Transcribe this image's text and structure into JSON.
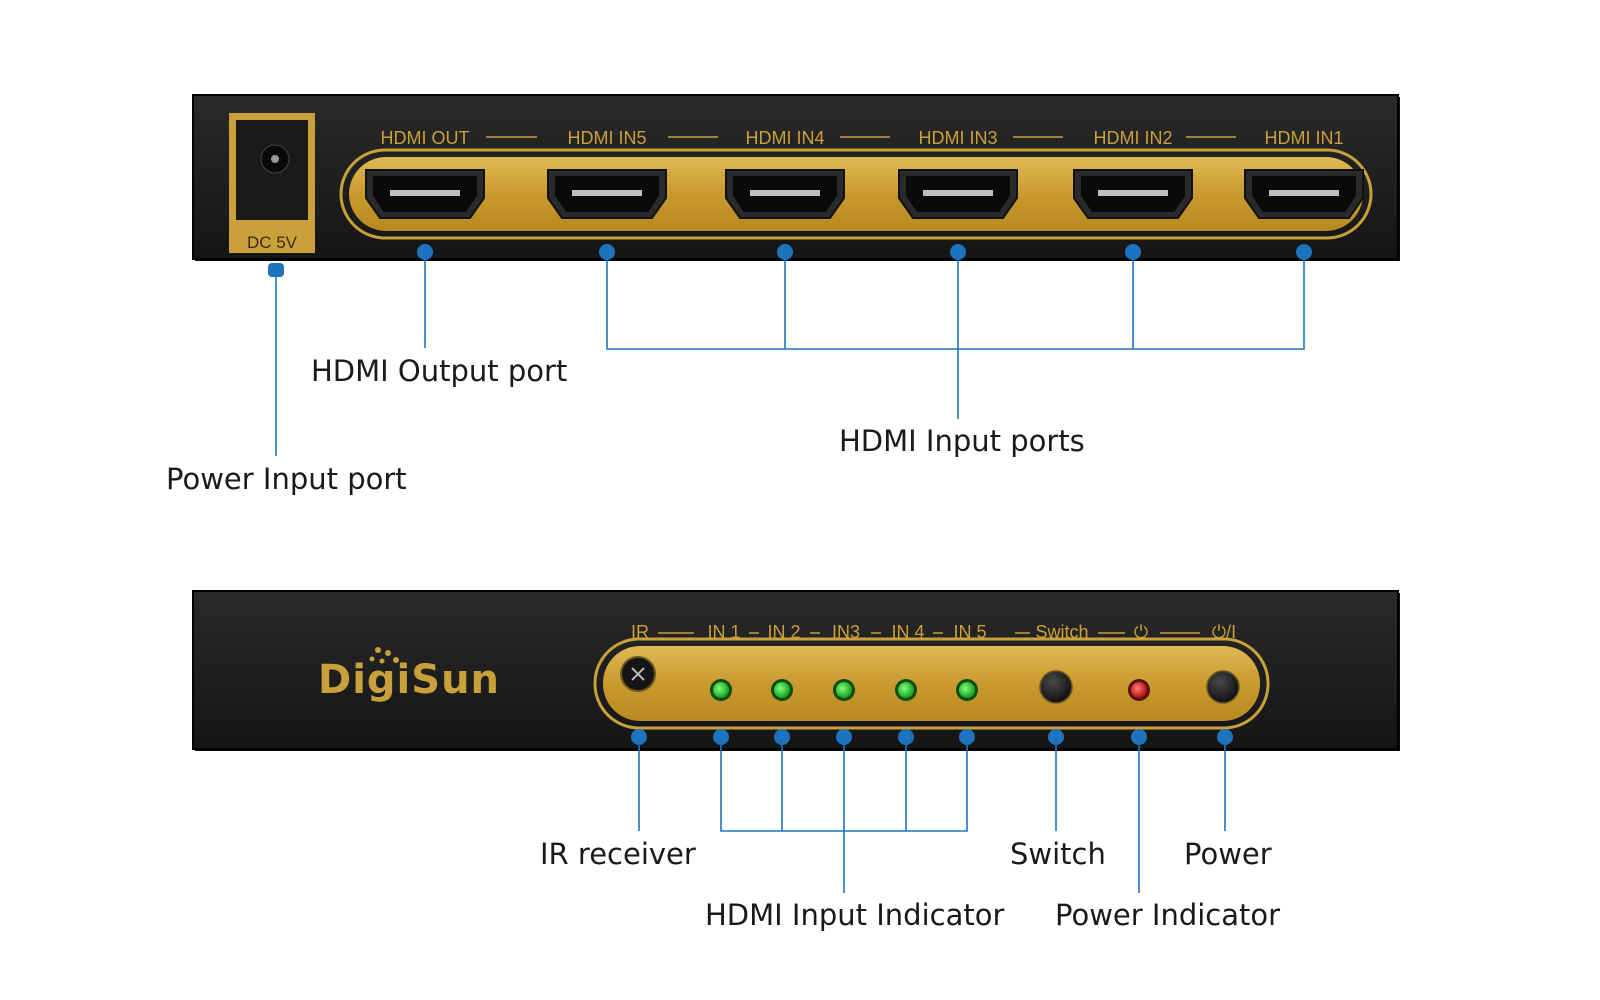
{
  "rear_panel": {
    "dc_label": "DC 5V",
    "ports": [
      "HDMI OUT",
      "HDMI IN5",
      "HDMI IN4",
      "HDMI IN3",
      "HDMI IN2",
      "HDMI IN1"
    ]
  },
  "front_panel": {
    "brand": "DigiSun",
    "labels": [
      "IR",
      "IN 1",
      "IN 2",
      "IN3",
      "IN 4",
      "IN 5",
      "Switch",
      "⏻",
      "⏻/I"
    ]
  },
  "callouts": {
    "hdmi_output_port": "HDMI Output port",
    "hdmi_input_ports": "HDMI Input ports",
    "power_input_port": "Power Input port",
    "ir_receiver": "IR receiver",
    "hdmi_input_indicator": "HDMI Input Indicator",
    "switch": "Switch",
    "power_indicator": "Power Indicator",
    "power": "Power"
  },
  "colors": {
    "device_body": "#1f1f1f",
    "gold": "#c9a03a",
    "leader_line": "#1e73be",
    "led_green": "#2fbf2f",
    "led_red": "#d81d1d"
  }
}
